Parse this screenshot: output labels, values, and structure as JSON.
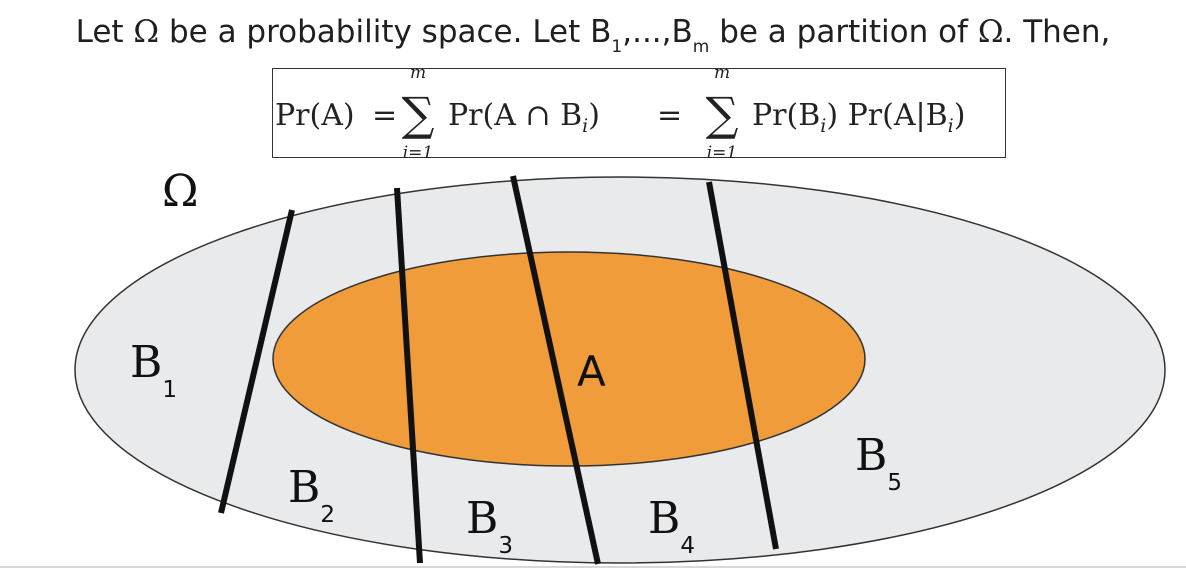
{
  "statement": {
    "part1": "Let ",
    "omega": "Ω",
    "part2": " be a probability space. Let B",
    "sub1": "1",
    "part3": ",...,B",
    "subm": "m",
    "part4": " be a partition of ",
    "omega2": "Ω",
    "part5": ". Then,"
  },
  "formula": {
    "lhs": "Pr(A)",
    "eq1": "=",
    "sum_top": "m",
    "sum_sym": "∑",
    "sum_bottom": "i=1",
    "term1": "Pr(A ∩ B",
    "term1_sub": "i",
    "term1_close": ")",
    "eq2": "=",
    "term2_a": "Pr(B",
    "term2_a_sub": "i",
    "term2_a_close": ") Pr(A|B",
    "term2_b_sub": "i",
    "term2_b_close": ")"
  },
  "diagram": {
    "omega_label": "Ω",
    "event_label": "A",
    "parts": [
      {
        "letter": "B",
        "sub": "1"
      },
      {
        "letter": "B",
        "sub": "2"
      },
      {
        "letter": "B",
        "sub": "3"
      },
      {
        "letter": "B",
        "sub": "4"
      },
      {
        "letter": "B",
        "sub": "5"
      }
    ],
    "colors": {
      "omega_fill": "#e8eaeb",
      "event_fill": "#f09c3a",
      "line": "#111111"
    }
  }
}
